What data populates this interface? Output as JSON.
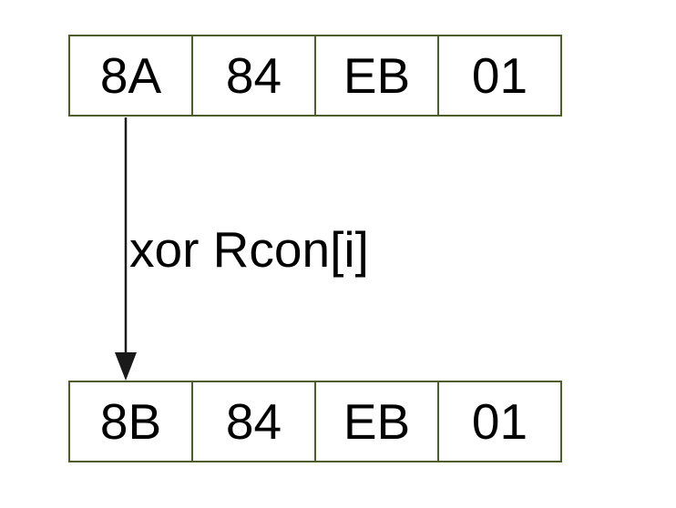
{
  "rows": [
    {
      "cells": [
        "8A",
        "84",
        "EB",
        "01"
      ]
    },
    {
      "cells": [
        "8B",
        "84",
        "EB",
        "01"
      ]
    }
  ],
  "arrow": {
    "label": "xor Rcon[i]"
  },
  "colors": {
    "box_border": "#4f5d2a",
    "arrow": "#1a1a1a",
    "text": "#000000",
    "background": "#ffffff"
  }
}
